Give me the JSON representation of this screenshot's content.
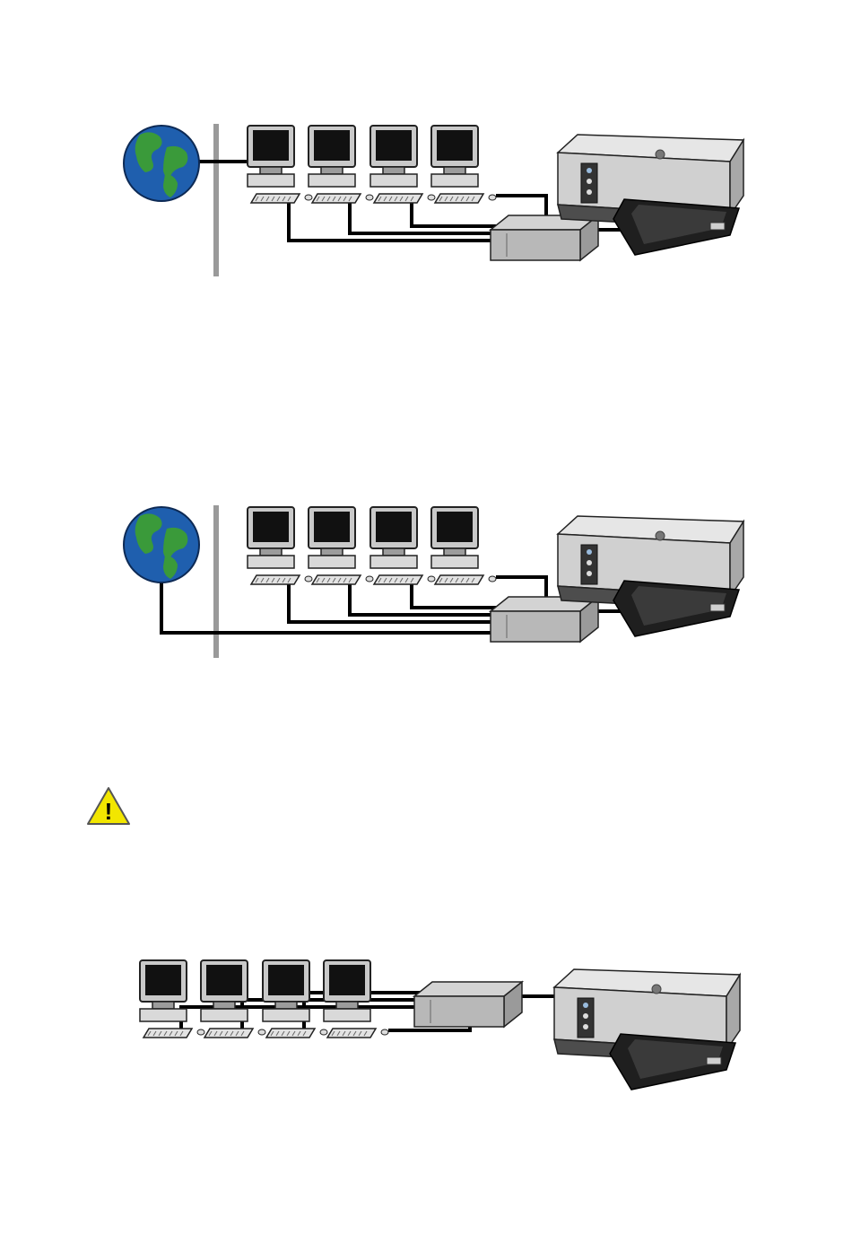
{
  "icons": {
    "globe": "globe-icon",
    "computer": "desktop-computer-icon",
    "hub": "network-hub-icon",
    "printer": "printer-icon",
    "warning": "warning-icon"
  },
  "colors": {
    "cable": "#000000",
    "wall": "#9a9a9a",
    "ocean": "#1f5fae",
    "land": "#3a9a3a",
    "hub_body": "#b8b8b8",
    "printer_body": "#d0d0d0",
    "warning_fill": "#f2e600"
  },
  "diagrams": [
    {
      "id": "diagram-1",
      "internet": true,
      "internet_connection": "computer",
      "computers": 4
    },
    {
      "id": "diagram-2",
      "internet": true,
      "internet_connection": "hub",
      "computers": 4
    },
    {
      "id": "diagram-3",
      "internet": false,
      "computers": 4
    }
  ],
  "warning": {
    "symbol": "!"
  }
}
